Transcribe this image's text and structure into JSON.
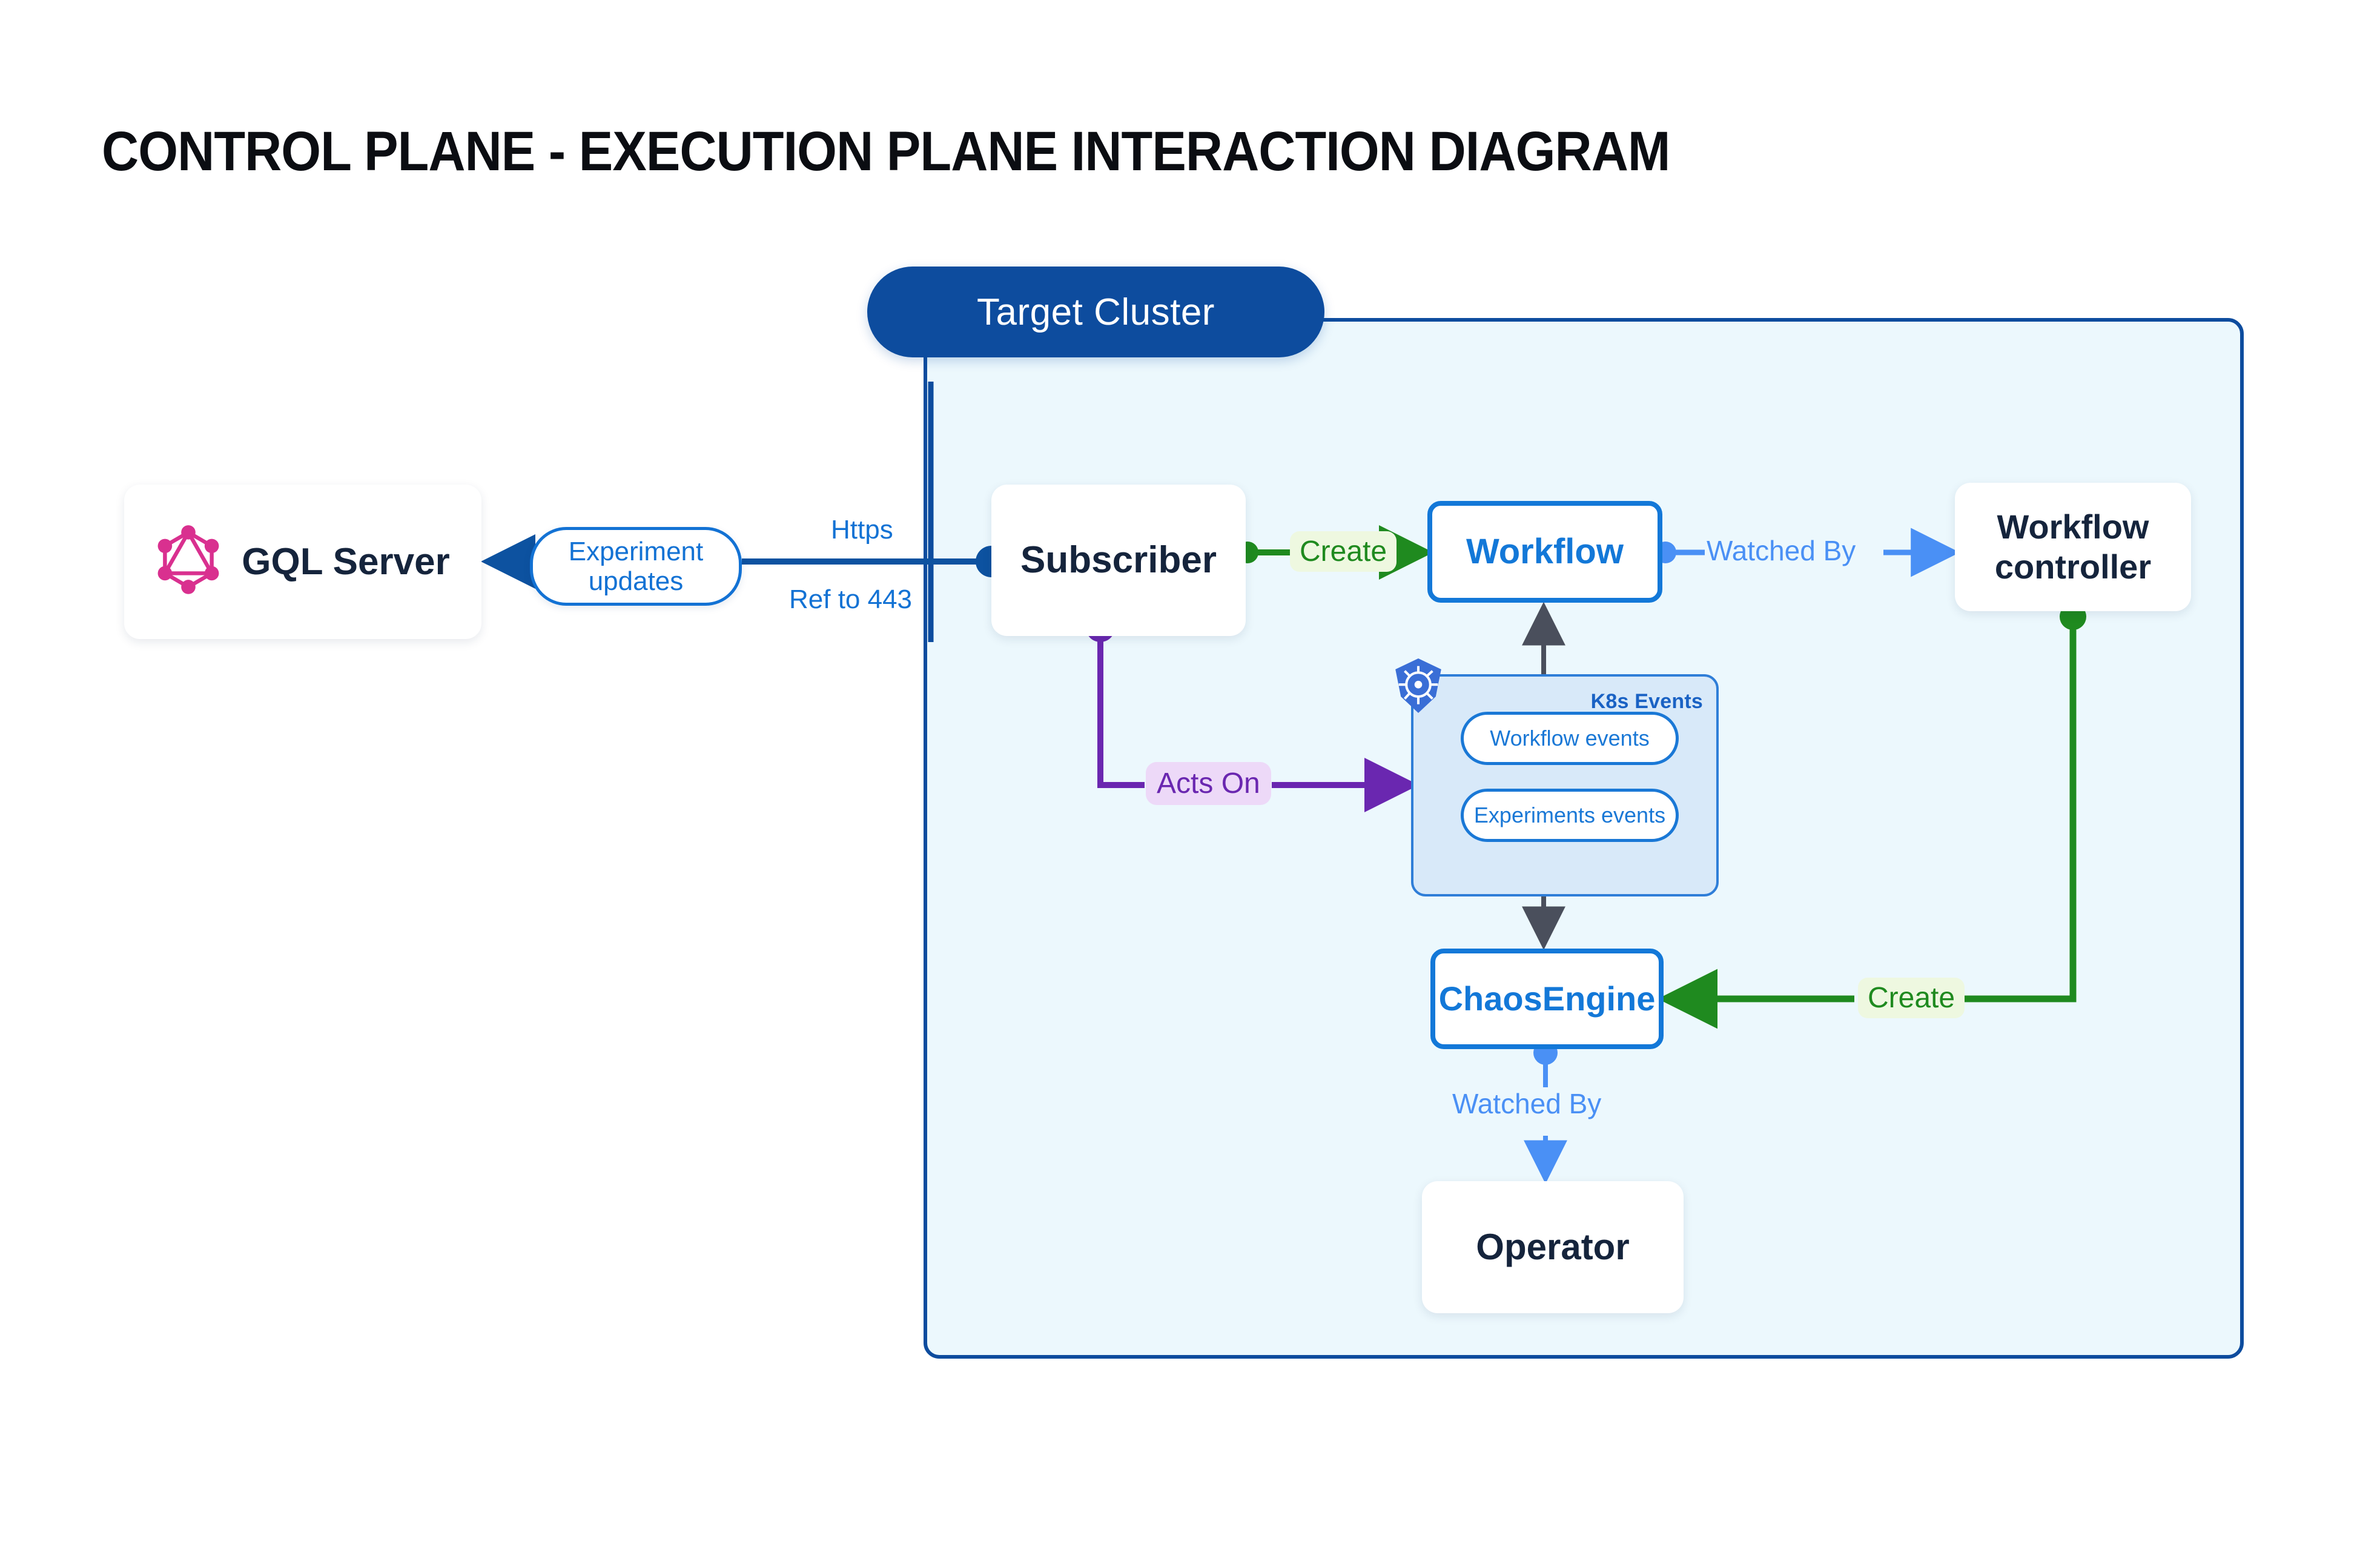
{
  "page": {
    "title": "CONTROL PLANE - EXECUTION PLANE INTERACTION DIAGRAM",
    "background": "#ffffff"
  },
  "colors": {
    "cluster_border": "#0d4c9e",
    "cluster_fill": "#ecf8fd",
    "node_text": "#15243c",
    "blue_accent": "#1378d8",
    "green_accent": "#1f8a1f",
    "purple_accent": "#6a27b0",
    "soft_blue": "#4a90f5",
    "graphql_magenta": "#d9308f",
    "k8s_blue": "#3a6ed6",
    "k8s_panel_fill": "#d8e9f9",
    "wire_gray": "#4a4f5c"
  },
  "cluster": {
    "label": "Target Cluster"
  },
  "nodes": {
    "gql_server": {
      "label": "GQL Server",
      "icon": "graphql-logo"
    },
    "subscriber": {
      "label": "Subscriber"
    },
    "workflow": {
      "label": "Workflow"
    },
    "workflow_controller": {
      "label": "Workflow controller"
    },
    "chaosengine": {
      "label": "ChaosEngine"
    },
    "operator": {
      "label": "Operator"
    }
  },
  "k8s_events": {
    "title": "K8s Events",
    "icon": "kubernetes-logo",
    "items": [
      {
        "label": "Workflow events"
      },
      {
        "label": "Experiments events"
      }
    ]
  },
  "edges": {
    "experiment_updates": {
      "label_line1": "Experiment",
      "label_line2": "updates"
    },
    "https": {
      "label": "Https"
    },
    "ref_to_443": {
      "label": "Ref to 443"
    },
    "create_workflow": {
      "label": "Create"
    },
    "watched_by_controller": {
      "label": "Watched By"
    },
    "acts_on": {
      "label": "Acts On"
    },
    "create_chaosengine": {
      "label": "Create"
    },
    "watched_by_operator": {
      "label": "Watched By"
    }
  }
}
